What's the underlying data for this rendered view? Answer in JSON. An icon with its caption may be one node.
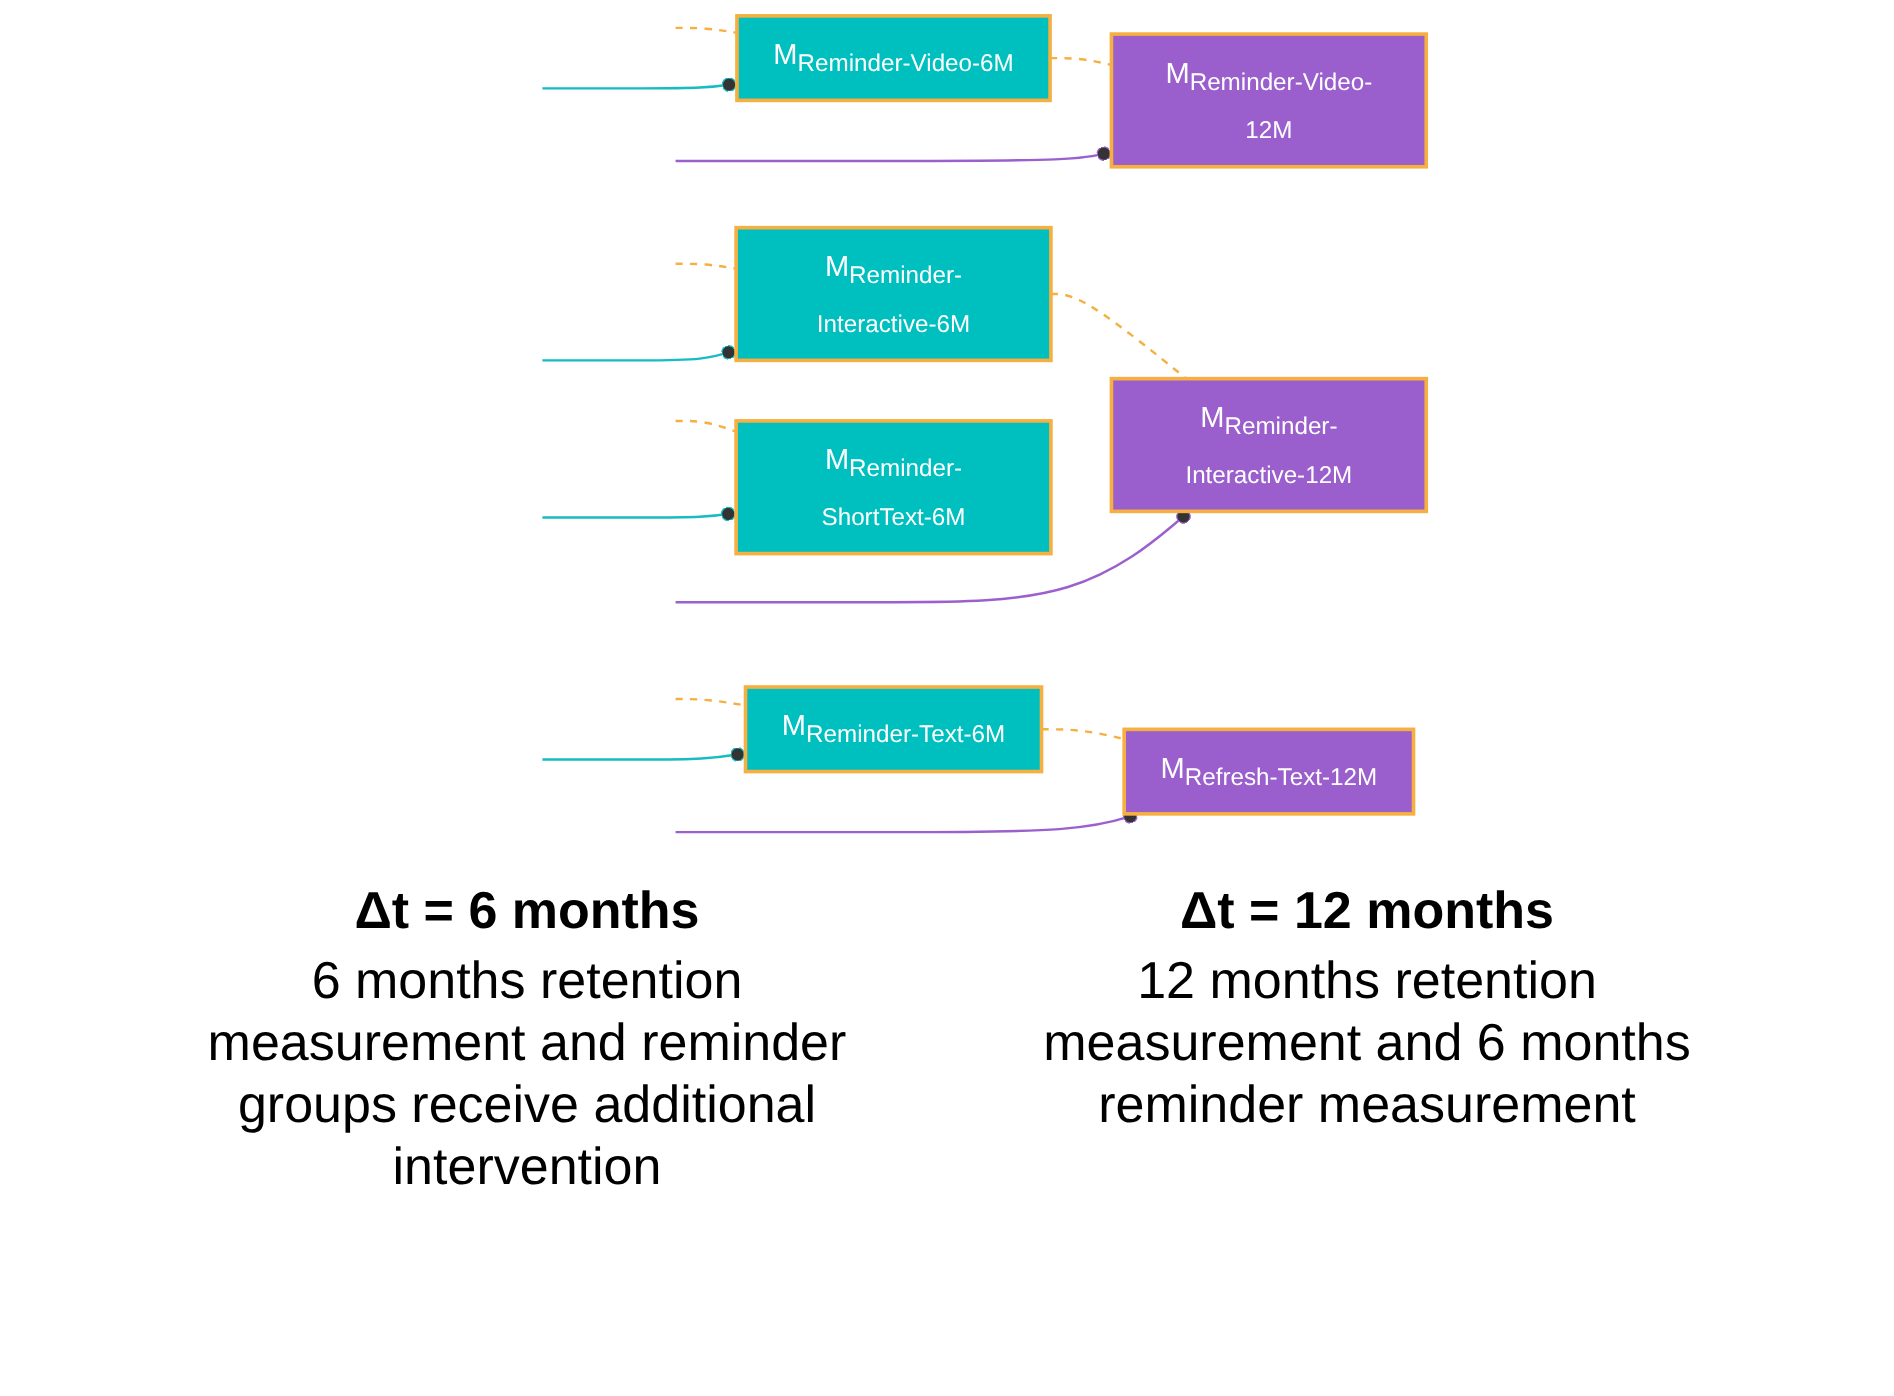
{
  "diagram": {
    "nodes": [
      {
        "text": [
          "M$_{Reminder-Video-6M}$"
        ]
      },
      {
        "text": [
          "M$_{Reminder-Interactive-6M}$"
        ]
      },
      {
        "text": [
          "M$_{Reminder-Text-6M}$"
        ]
      },
      {
        "text": [
          "M$_{Reminder-ShortText-6M}$"
        ]
      },
      {
        "text": [
          "M$_{Reminder-Video-12M}$"
        ]
      },
      {
        "text": [
          "M$_{Reminder-Interactive-12M}$"
        ]
      },
      {
        "text": [
          "M$_{Refresh-Text-12M}$"
        ]
      }
    ],
    "edges": [
      {
        "from": null,
        "to": 0,
        "arrow": "none",
        "style": "dashed",
        "color": "#f5b041"
      },
      {
        "from": null,
        "to": 1,
        "arrow": "none",
        "style": "dashed",
        "color": "#f5b041"
      },
      {
        "from": null,
        "to": 2,
        "arrow": "none",
        "style": "dashed",
        "color": "#f5b041"
      },
      {
        "from": null,
        "to": 3,
        "arrow": "none",
        "style": "dashed",
        "color": "#f5b041"
      },
      {
        "from": null,
        "to": 0,
        "arrow": "other",
        "color": "#17bcc0"
      },
      {
        "from": null,
        "to": 1,
        "arrow": "other",
        "color": "#17bcc0"
      },
      {
        "from": null,
        "to": 2,
        "arrow": "other",
        "color": "#17bcc0"
      },
      {
        "from": null,
        "to": 3,
        "arrow": "other",
        "color": "#17bcc0"
      },
      {
        "from": 0,
        "to": 4,
        "arrow": "none",
        "style": "dashed",
        "color": "#f5b041"
      },
      {
        "from": 1,
        "to": 5,
        "arrow": "none",
        "style": "dashed",
        "color": "#f5b041"
      },
      {
        "from": 2,
        "to": 6,
        "arrow": "none",
        "style": "dashed",
        "color": "#f5b041"
      },
      {
        "from": null,
        "to": 4,
        "arrow": "other",
        "color": "#9b5fce"
      },
      {
        "from": null,
        "to": 5,
        "arrow": "other",
        "color": "#9b5fce"
      },
      {
        "from": null,
        "to": 6,
        "arrow": "other",
        "color": "#9b5fce"
      }
    ],
    "labels": [
      "Δt = 6 months",
      "6 months retention measurement and reminder groups receive additional intervention",
      "Δt = 12 months",
      "12 months retention measurement and 6 months reminder measurement"
    ]
  }
}
